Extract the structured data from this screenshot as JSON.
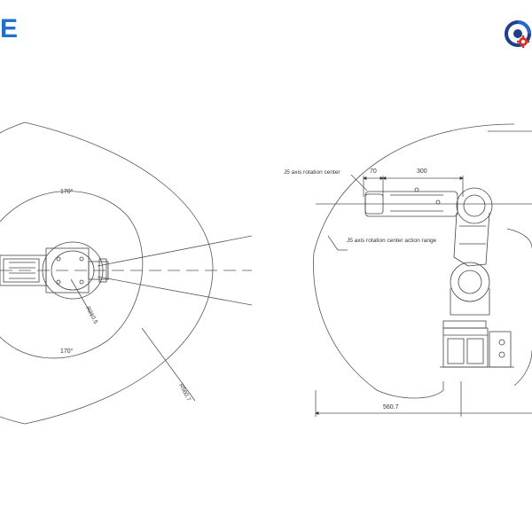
{
  "brand": {
    "partial_text": "E",
    "color": "#1f6fd0",
    "icon": "gear-logo-icon"
  },
  "top_view": {
    "angle_top": "170°",
    "angle_bottom": "170°",
    "radius_inner": "R210.5",
    "radius_outer": "R560.7"
  },
  "side_view": {
    "j5_center_label": "J5 axis rotation center",
    "j5_range_label": "J5 axis rotation center action range",
    "dim_70": "70",
    "dim_300": "300",
    "dim_base": "560.7"
  }
}
